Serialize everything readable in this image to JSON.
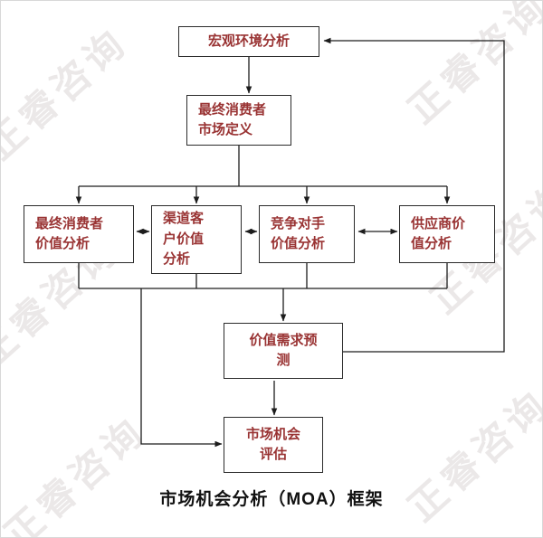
{
  "title": "市场机会分析（MOA）框架",
  "watermark": "正睿咨询",
  "colors": {
    "box_text": "#993333",
    "line": "#1c1c1c",
    "box_border": "#2b2b2b",
    "watermark": "#dbd7d7",
    "title": "#111111",
    "background": "#ffffff"
  },
  "nodes": {
    "macro": {
      "lines": [
        "宏观环境分析"
      ]
    },
    "market_def": {
      "lines": [
        "最终消费者",
        "市场定义"
      ]
    },
    "consumer_value": {
      "lines": [
        "最终消费者",
        "价值分析"
      ]
    },
    "channel_value": {
      "lines": [
        "渠道客",
        "户价值",
        "分析"
      ]
    },
    "competitor_value": {
      "lines": [
        "竞争对手",
        "价值分析"
      ]
    },
    "supplier_value": {
      "lines": [
        "供应商价",
        "值分析"
      ]
    },
    "demand_forecast": {
      "lines": [
        "价值需求预",
        "测"
      ]
    },
    "opportunity_eval": {
      "lines": [
        "市场机会",
        "评估"
      ]
    }
  }
}
